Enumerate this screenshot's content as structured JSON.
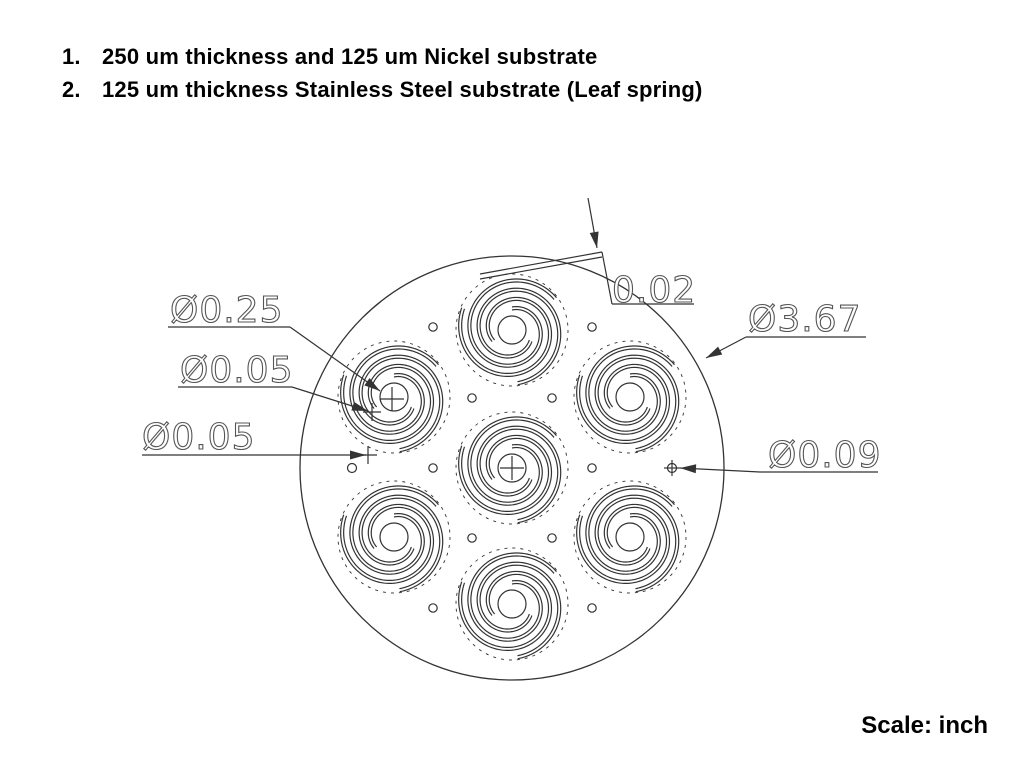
{
  "notes": [
    {
      "number": "1.",
      "text": "250 um thickness and 125 um Nickel substrate"
    },
    {
      "number": "2.",
      "text": "125 um thickness Stainless Steel substrate (Leaf spring)"
    }
  ],
  "scale_label": "Scale: inch",
  "dimensions": {
    "outer_diameter": "Ø3.67",
    "spring_diameter": "Ø0.25",
    "hole_diameter_a": "Ø0.05",
    "hole_diameter_b": "Ø0.05",
    "mount_hole_diameter": "Ø0.09",
    "slot_width": "0.02"
  },
  "colors": {
    "line": "#333333",
    "dim_text_outline": "#555555"
  }
}
